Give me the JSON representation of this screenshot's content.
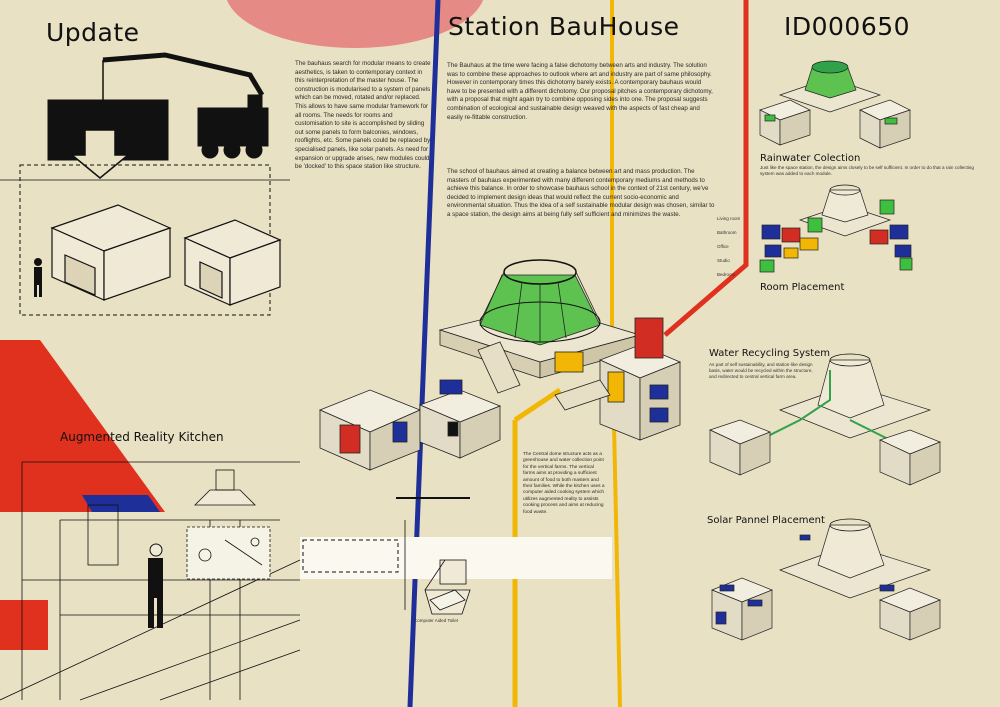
{
  "titles": {
    "update": "Update",
    "station": "Station  BauHouse",
    "id": "ID000650"
  },
  "texts": {
    "modular": "The bauhaus search for modular means to create aesthetics, is taken to contemporary context in this reinterpretation of the master house. The construction is modularised to a system of panels which can be moved, rotated and/or replaced. This allows to have same modular framework for all rooms. The needs for rooms and customisation to site is accomplished by sliding out some panels to form balconies, windows, rooflights, etc. Some panels could be replaced by specialised panels, like solar panels. As need for expansion or upgrade arises, new modules could be 'docked' to this space station like structure.",
    "intro1": "The Bauhaus at the time were facing a false dichotomy between arts and industry. The solution was to combine these approaches to outlook where art and industry are part of same philosophy. However in contemporary times this dichotomy barely exists. A contemporary bauhaus would have to be presented with a different dichotomy. Our proposal pitches a contemporary dichotomy, with a proposal that might again try to combine opposing sides into one. The proposal suggests combination of ecological and sustainable design weaved with the aspects of fast cheap and easily re-fittable construction.",
    "intro2": "The school of bauhaus aimed at creating a balance between art and mass production. The masters of bauhaus experimented with many different contemporary mediums and methods to achieve this balance. In order to showcase bauhaus school in the context of 21st century, we've decided to implement design ideas that would reflect the current socio-economic and environmental situation. Thus the idea of a self sustainable modular design was chosen, similar to a space station, the design aims at being fully self sufficient and minimizes the waste.",
    "dome": "The Central dome structure acts as a greenhouse and water collection point for the vertical farms. The vertical farms aims at providing a sufficient amount of food to both masters and their families. While the kitchen uses a computer aided cooking system which utilizes augmented reality to assists cooking process and aims at reducing food waste.",
    "rain_caption": "Just like the space station, the design aims closely to be self sufficient. In order to do that a rain collecting system was added to each module.",
    "water_caption": "As part of self sustainability, and station-like design basis, water would be recycled within the structure, and redirected to central vertical farm area."
  },
  "sections": {
    "rainwater": "Rainwater Colection",
    "room": "Room Placement",
    "water": "Water Recycling System",
    "solar": "Solar Pannel Placement",
    "kitchen": "Augmented Reality Kitchen",
    "toilet": "Computer Aided Toilet"
  },
  "rooms": [
    "Living room",
    "Bathroom",
    "Office",
    "Studio",
    "Bedroom"
  ],
  "colors": {
    "background": "#e9e1c4",
    "red": "#e0301e",
    "blue": "#1e2f9a",
    "yellow": "#f2b705",
    "green": "#3fbf3f",
    "ink": "#111111"
  }
}
